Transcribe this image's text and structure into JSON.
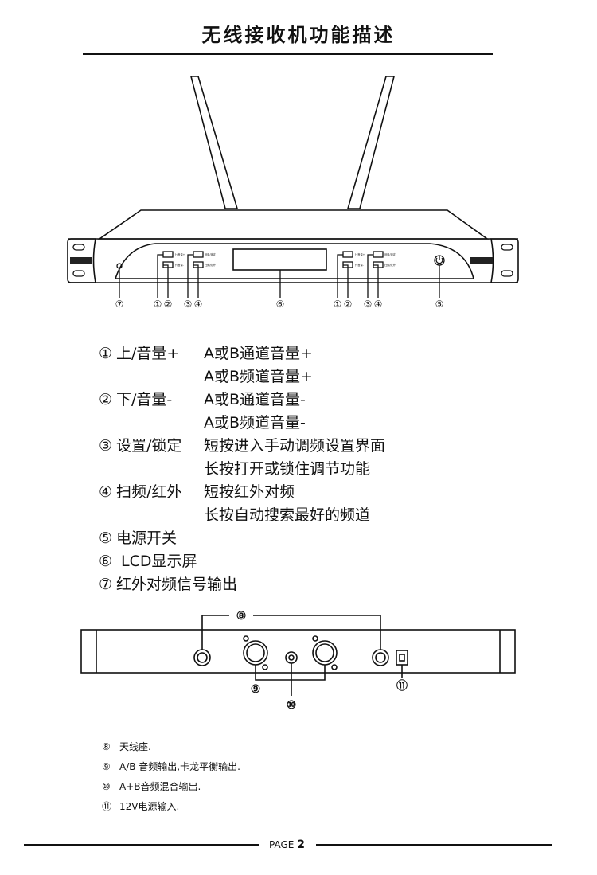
{
  "title": "无线接收机功能描述",
  "front_panel": {
    "buttons": [
      "上/音量+",
      "下/音量-",
      "设置/锁定",
      "扫频/红外"
    ],
    "callouts": [
      "①",
      "②",
      "③",
      "④",
      "⑤",
      "⑥",
      "⑦"
    ]
  },
  "functions": [
    {
      "num": "①",
      "label": "上/音量+",
      "desc": [
        "A或B通道音量+",
        "A或B频道音量+"
      ]
    },
    {
      "num": "②",
      "label": "下/音量-",
      "desc": [
        "A或B通道音量-",
        "A或B频道音量-"
      ]
    },
    {
      "num": "③",
      "label": "设置/锁定",
      "desc": [
        "短按进入手动调频设置界面",
        "长按打开或锁住调节功能"
      ]
    },
    {
      "num": "④",
      "label": "扫频/红外",
      "desc": [
        "短按红外对频",
        "长按自动搜索最好的频道"
      ]
    },
    {
      "num": "⑤",
      "label": "电源开关",
      "desc": []
    },
    {
      "num": "⑥",
      "label": " LCD显示屏",
      "desc": []
    },
    {
      "num": "⑦",
      "label": "红外对频信号输出",
      "desc": []
    }
  ],
  "rear_panel": {
    "callouts": [
      "⑧",
      "⑨",
      "⑩",
      "⑪"
    ]
  },
  "notes": [
    {
      "num": "⑧",
      "text": "天线座."
    },
    {
      "num": "⑨",
      "text": "A/B 音频输出,卡龙平衡输出."
    },
    {
      "num": "⑩",
      "text": "A+B音频混合输出."
    },
    {
      "num": "⑪",
      "text": "12V电源输入."
    }
  ],
  "footer": {
    "page_label": "PAGE",
    "page_number": "2"
  }
}
